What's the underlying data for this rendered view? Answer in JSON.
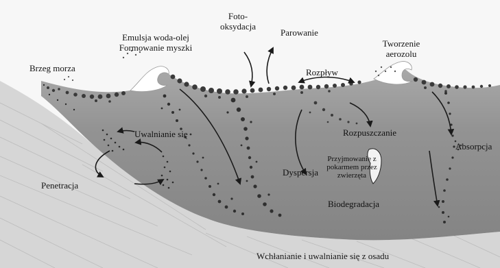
{
  "colors": {
    "sea": "#8d8d8d",
    "sea_light": "#a8a8a8",
    "sediment": "#d6d6d6",
    "sky": "#f7f7f7",
    "ink": "#151515",
    "droplet": "#3a3a3a"
  },
  "labels": {
    "shoreline": "Brzeg morza",
    "emulsion_line1": "Emulsja woda-olej",
    "emulsion_line2": "Formowanie myszki",
    "photo_line1": "Foto-",
    "photo_line2": "oksydacja",
    "evaporation": "Parowanie",
    "aerosol_line1": "Tworzenie",
    "aerosol_line2": "aerozolu",
    "spreading": "Rozpływ",
    "release": "Uwalnianie się",
    "dissolution": "Rozpuszczanie",
    "absorption": "Absorpcja",
    "penetration": "Penetracja",
    "dispersion": "Dyspersja",
    "ingestion_line1": "Przyjmowanie z",
    "ingestion_line2": "pokarmem przez",
    "ingestion_line3": "zwierzęta",
    "biodegradation": "Biodegradacja",
    "sediment_exchange": "Wchłanianie i uwalnianie się z osadu"
  }
}
